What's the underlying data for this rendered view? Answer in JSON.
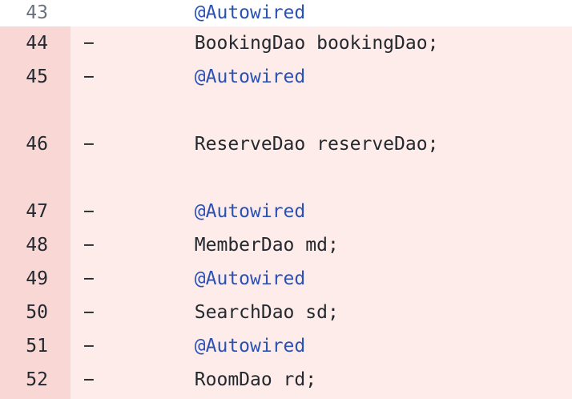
{
  "diff": {
    "language": "java",
    "colors": {
      "deleted_gutter_bg": "#f9d7d5",
      "deleted_line_bg": "#fdece9",
      "context_line_bg": "#ffffff",
      "context_line_number": "#6a737d",
      "deleted_line_number": "#24292f",
      "code_default": "#24292f",
      "annotation_blue": "#2b51b5"
    },
    "rows": [
      {
        "type": "context",
        "number": "43",
        "marker": "",
        "code": "        @Autowired",
        "token": "annotation"
      },
      {
        "type": "deleted",
        "number": "44",
        "marker": "−",
        "code": "        BookingDao bookingDao;",
        "token": "plain"
      },
      {
        "type": "deleted",
        "number": "45",
        "marker": "−",
        "code": "        @Autowired",
        "token": "annotation"
      },
      {
        "type": "empty",
        "number": "",
        "marker": "",
        "code": "",
        "token": "plain"
      },
      {
        "type": "deleted",
        "number": "46",
        "marker": "−",
        "code": "        ReserveDao reserveDao;",
        "token": "plain"
      },
      {
        "type": "empty",
        "number": "",
        "marker": "",
        "code": "",
        "token": "plain"
      },
      {
        "type": "deleted",
        "number": "47",
        "marker": "−",
        "code": "        @Autowired",
        "token": "annotation"
      },
      {
        "type": "deleted",
        "number": "48",
        "marker": "−",
        "code": "        MemberDao md;",
        "token": "plain"
      },
      {
        "type": "deleted",
        "number": "49",
        "marker": "−",
        "code": "        @Autowired",
        "token": "annotation"
      },
      {
        "type": "deleted",
        "number": "50",
        "marker": "−",
        "code": "        SearchDao sd;",
        "token": "plain"
      },
      {
        "type": "deleted",
        "number": "51",
        "marker": "−",
        "code": "        @Autowired",
        "token": "annotation"
      },
      {
        "type": "deleted",
        "number": "52",
        "marker": "−",
        "code": "        RoomDao rd;",
        "token": "plain"
      },
      {
        "type": "empty",
        "number": "",
        "marker": "",
        "code": "",
        "token": "plain"
      }
    ]
  }
}
